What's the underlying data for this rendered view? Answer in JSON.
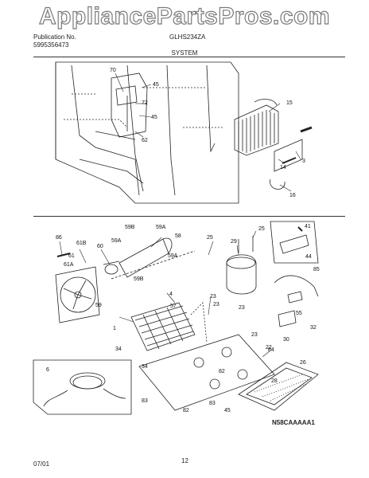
{
  "watermark": "AppliancePartsPros.com",
  "header": {
    "publication_label": "Publication No.",
    "publication_no": "5995356473",
    "model": "GLHS234ZA",
    "section_title": "SYSTEM"
  },
  "footer": {
    "date": "07/01",
    "page": "12",
    "diagram_code": "N58CAAAAA1"
  },
  "callouts": {
    "c70": "70",
    "c45a": "45",
    "c72": "72",
    "c45b": "45",
    "c62": "62",
    "c15": "15",
    "c14": "14",
    "c3": "3",
    "c16": "16",
    "c86": "86",
    "c61b": "61B",
    "c60": "60",
    "c61": "61",
    "c61a": "61A",
    "c59b": "59B",
    "c59a1": "59A",
    "c58": "58",
    "c59a2": "59A",
    "c59a3": "59A",
    "c59b2": "59B",
    "c59": "59",
    "c25a": "25",
    "c29": "29",
    "c25b": "25",
    "c41": "41",
    "c44": "44",
    "c85": "85",
    "c4": "4",
    "c57": "57",
    "c23a": "23",
    "c23b": "23",
    "c23c": "23",
    "c23d": "23",
    "c22": "22",
    "c1": "1",
    "c34a": "34",
    "c34b": "34",
    "c6": "6",
    "c82a": "82",
    "c83a": "83",
    "c82b": "82",
    "c83b": "83",
    "c45c": "45",
    "c84": "84",
    "c26": "26",
    "c28": "28",
    "c32": "32",
    "c55": "55",
    "c30": "30"
  }
}
